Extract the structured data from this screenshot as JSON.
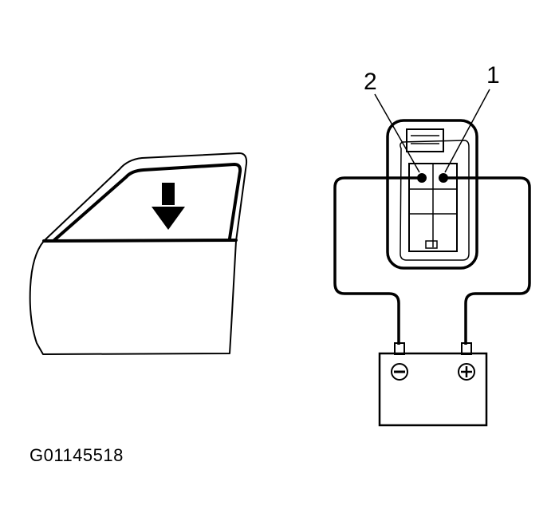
{
  "figure": {
    "id_label": "G01145518",
    "type": "wiring test diagram",
    "description": "Door window lowering test: battery connected to power window switch connector terminals"
  },
  "left_panel": {
    "subject": "front door",
    "arrow": {
      "icon": "arrow-down-icon",
      "meaning": "window moves down"
    }
  },
  "right_panel": {
    "callouts": [
      {
        "number": "1",
        "target": "terminal 1 (right)"
      },
      {
        "number": "2",
        "target": "terminal 2 (left)"
      }
    ],
    "battery": {
      "negative_symbol": "⊖",
      "positive_symbol": "⊕",
      "negative_lead_to": "terminal 2",
      "positive_lead_to": "terminal 1"
    }
  },
  "colors": {
    "line": "#000000",
    "background": "#ffffff"
  }
}
